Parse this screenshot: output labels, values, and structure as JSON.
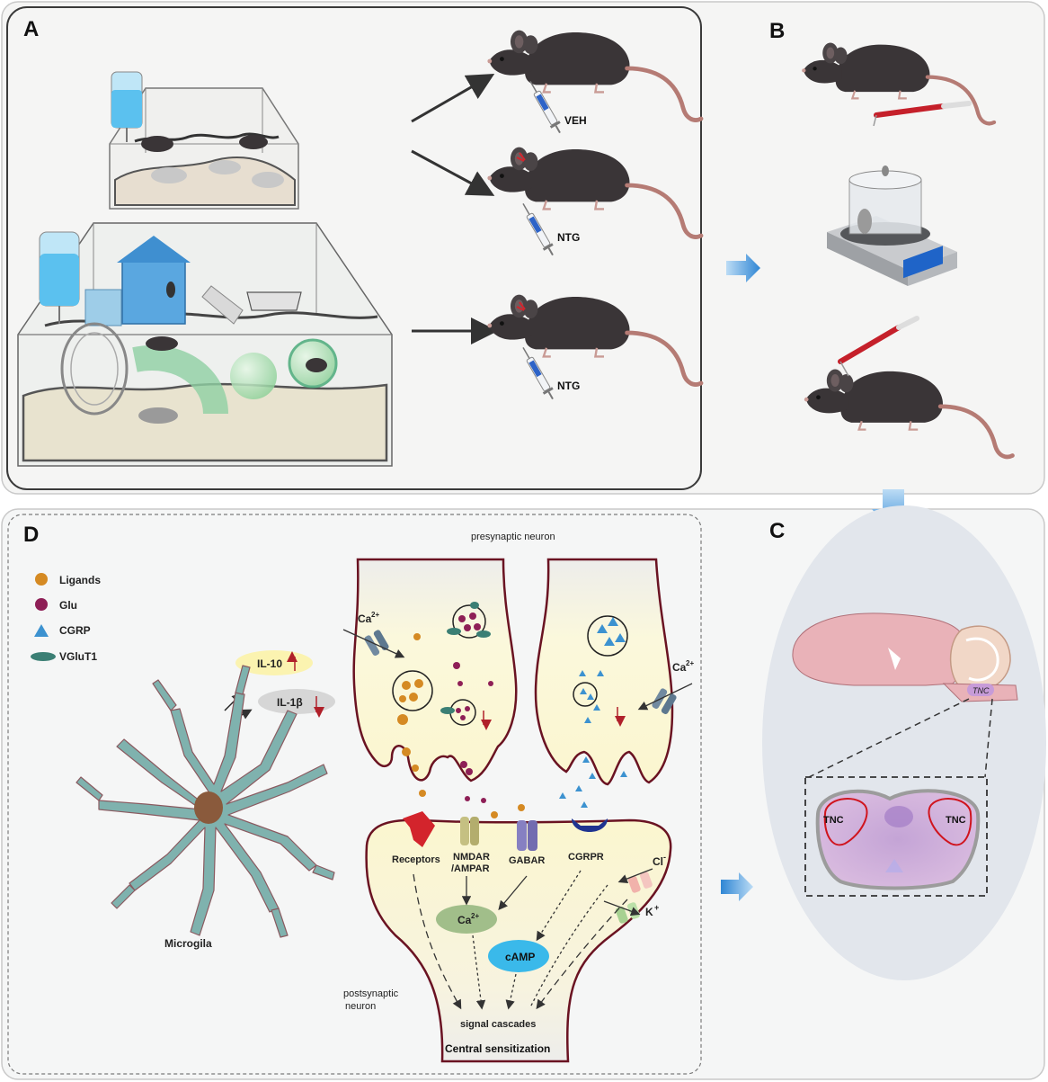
{
  "panels": {
    "a": "A",
    "b": "B",
    "c": "C",
    "d": "D"
  },
  "panel_a": {
    "injection_labels": [
      "VEH",
      "NTG",
      "NTG"
    ]
  },
  "panel_c": {
    "tnc_brain_label": "TNC",
    "tnc_left_label": "TNC",
    "tnc_right_label": "TNC"
  },
  "panel_d": {
    "presynaptic_label": "presynaptic neuron",
    "postsynaptic_label_line1": "postsynaptic",
    "postsynaptic_label_line2": "neuron",
    "legend": {
      "ligands": "Ligands",
      "glu": "Glu",
      "cgrp": "CGRP",
      "vglut1": "VGluT1"
    },
    "il10": "IL-10",
    "il1b": "IL-1β",
    "microglia_label": "Microgila",
    "ca_left": "Ca",
    "ca_right": "Ca",
    "ca_superscript": "2+",
    "receptors": "Receptors",
    "nmdar_line1": "NMDAR",
    "nmdar_line2": "/AMPAR",
    "gabar": "GABAR",
    "cgrpr": "CGRPR",
    "cl": "Cl",
    "cl_superscript": "-",
    "k": "K",
    "k_superscript": "+",
    "ca_post": "Ca",
    "camp": "cAMP",
    "signal_cascades": "signal cascades",
    "central_sensitization": "Central sensitization"
  },
  "colors": {
    "mouse": "#3a3537",
    "tail": "#b57b74",
    "arrow_blue": "#3c8fd6",
    "synapse_fill": "#fbf6d5",
    "synapse_border": "#6a1322",
    "microglia": "#7fb2ae",
    "ligand": "#d58a23",
    "glu": "#8e1f56",
    "cgrp": "#3c92d0",
    "vglut1": "#3b7f74",
    "brain": "#e9b2b8",
    "section": "#c7a6d3"
  }
}
